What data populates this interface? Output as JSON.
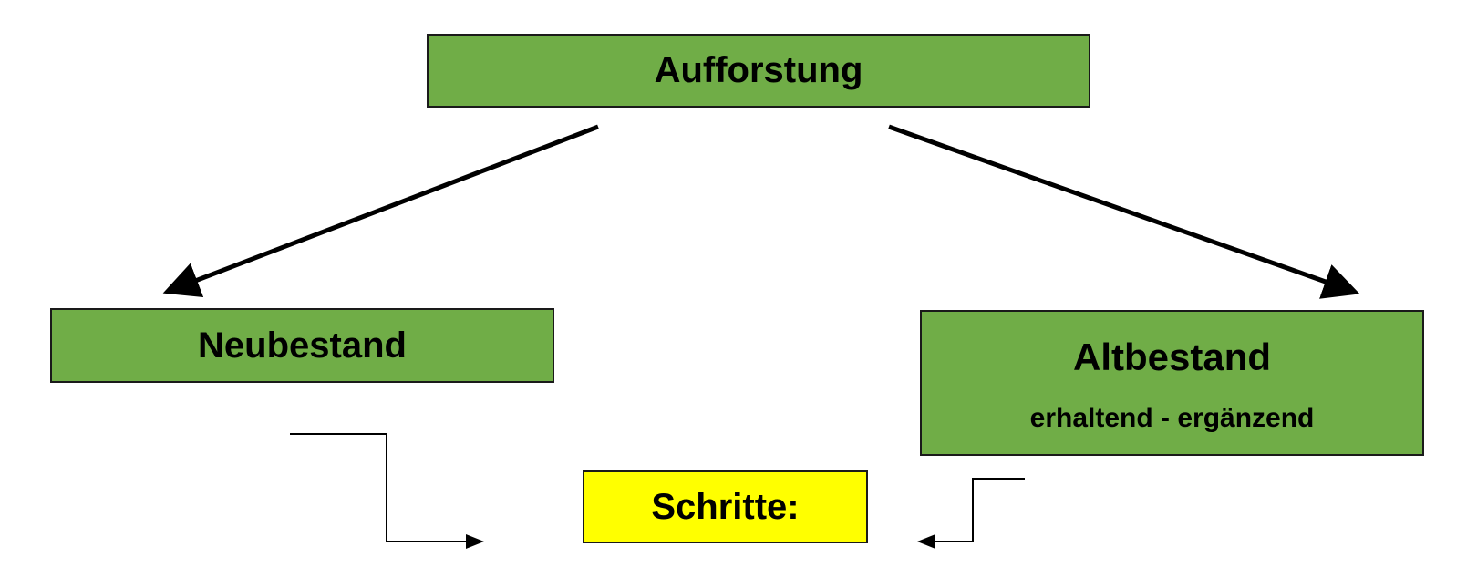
{
  "diagram": {
    "top_node": {
      "label": "Aufforstung"
    },
    "left_node": {
      "label": "Neubestand"
    },
    "right_node": {
      "label": "Altbestand",
      "sublabel": "erhaltend - ergänzend"
    },
    "bottom_node": {
      "label": "Schritte:"
    }
  },
  "colors": {
    "green": "#70ad47",
    "yellow": "#ffff00",
    "line": "#000000"
  }
}
